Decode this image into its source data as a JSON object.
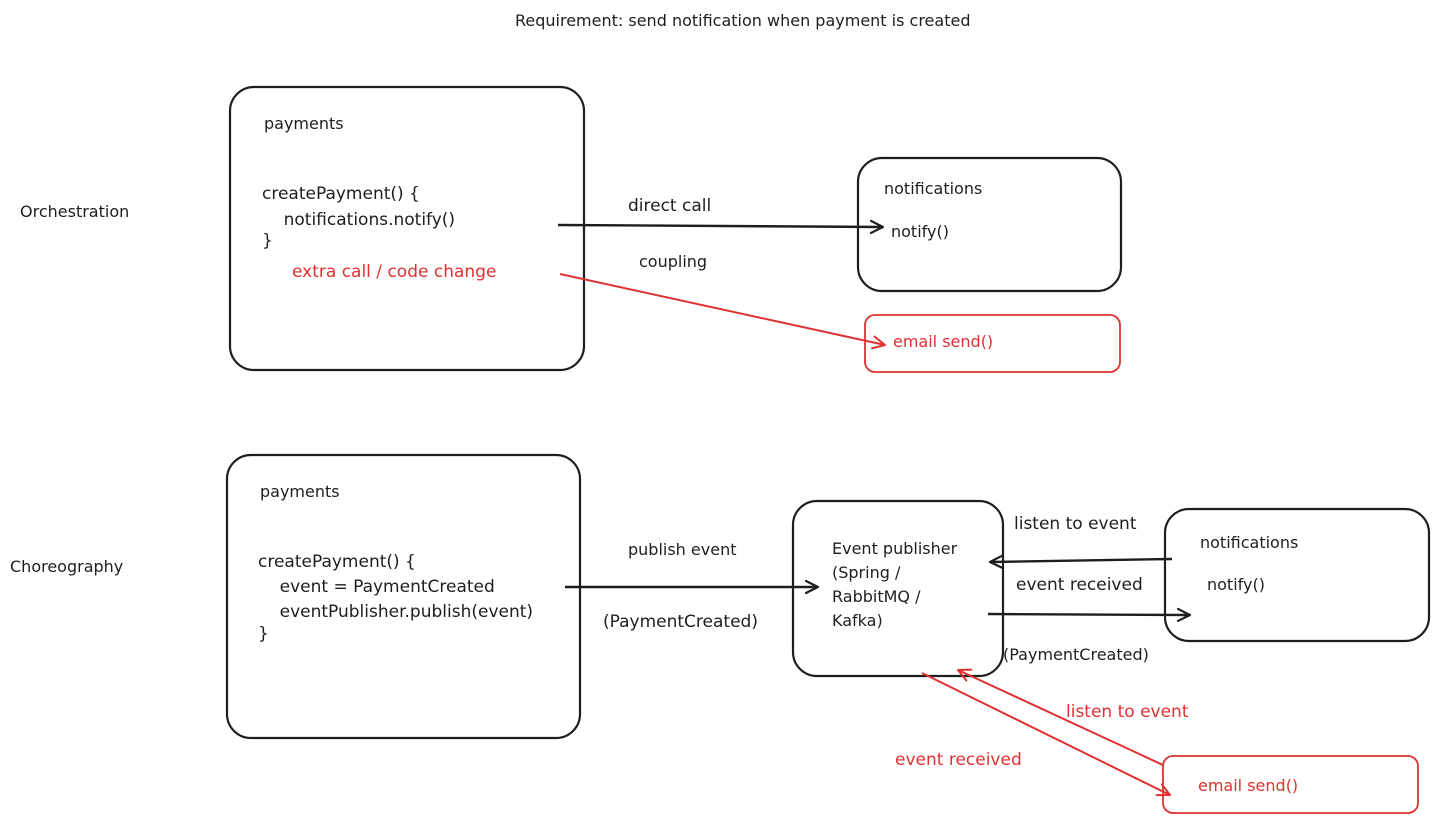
{
  "title": "Requirement: send notification when payment is created",
  "colors": {
    "ink": "#1e1e1e",
    "accent": "#e03131",
    "background": "#ffffff"
  },
  "orchestration": {
    "section_label": "Orchestration",
    "payments_box": {
      "title": "payments",
      "code": [
        "createPayment() {",
        "    notifications.notify()",
        "}"
      ],
      "note": "extra call / code change"
    },
    "arrow_label_top": "direct call",
    "arrow_label_bottom": "coupling",
    "notifications_box": {
      "title": "notifications",
      "method": "notify()"
    },
    "email_box": {
      "label": "email send()"
    }
  },
  "choreography": {
    "section_label": "Choreography",
    "payments_box": {
      "title": "payments",
      "code": [
        "createPayment() {",
        "    event = PaymentCreated",
        "    eventPublisher.publish(event)",
        "}"
      ]
    },
    "publish_label": "publish event",
    "publish_payload": "(PaymentCreated)",
    "publisher_box": {
      "lines": [
        "Event publisher",
        "(Spring /",
        "RabbitMQ /",
        "Kafka)"
      ]
    },
    "listen_label": "listen to event",
    "received_label": "event received",
    "received_payload": "(PaymentCreated)",
    "notifications_box": {
      "title": "notifications",
      "method": "notify()"
    },
    "email_listen_label": "listen to event",
    "email_received_label": "event received",
    "email_box": {
      "label": "email send()"
    }
  }
}
